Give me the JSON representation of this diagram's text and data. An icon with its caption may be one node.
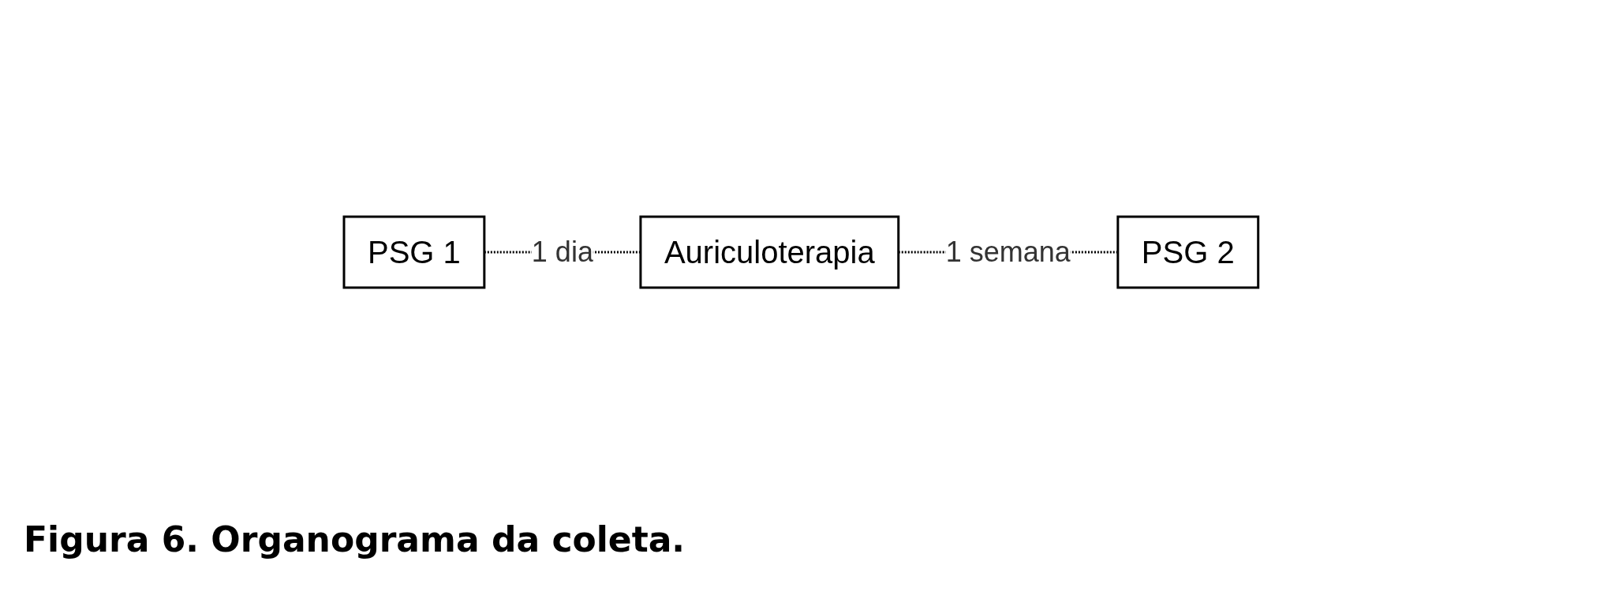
{
  "diagram": {
    "caption": "Figura 6. Organograma da coleta.",
    "nodes": [
      {
        "text": [
          "PSG 1"
        ]
      },
      {
        "text": [
          "Auriculoterapia"
        ]
      },
      {
        "text": [
          "PSG 2"
        ]
      }
    ],
    "edges": [
      {
        "from": 0,
        "to": 1,
        "arrow": "none",
        "label": "1 dia",
        "style": "dashed"
      },
      {
        "from": 1,
        "to": 2,
        "arrow": "none",
        "label": "1 semana",
        "style": "dashed"
      }
    ]
  }
}
